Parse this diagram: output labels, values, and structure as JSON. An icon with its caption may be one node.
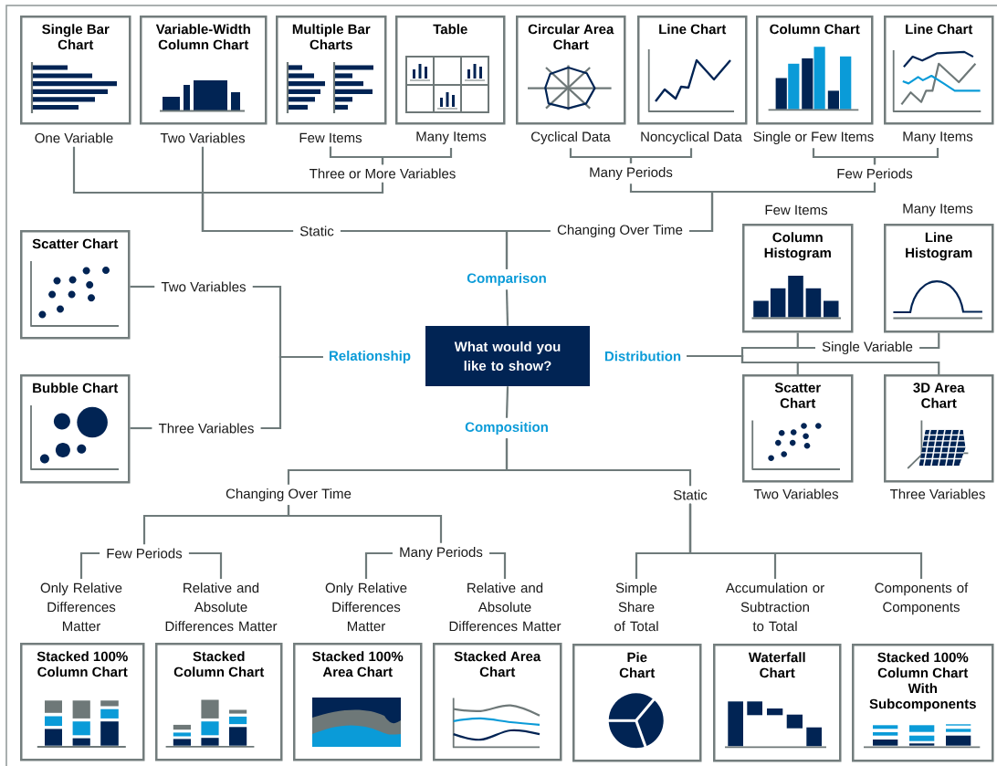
{
  "diagram": {
    "nodes": [
      {
        "text": [
          "What would you like to show?"
        ]
      },
      {
        "text": [
          "Comparison"
        ]
      },
      {
        "text": [
          "Relationship"
        ]
      },
      {
        "text": [
          "Distribution"
        ]
      },
      {
        "text": [
          "Composition"
        ]
      },
      {
        "text": [
          "Single Bar Chart"
        ]
      },
      {
        "text": [
          "Variable-Width Column Chart"
        ]
      },
      {
        "text": [
          "Multiple Bar Charts"
        ]
      },
      {
        "text": [
          "Table"
        ]
      },
      {
        "text": [
          "Circular Area Chart"
        ]
      },
      {
        "text": [
          "Line Chart"
        ]
      },
      {
        "text": [
          "Column Chart"
        ]
      },
      {
        "text": [
          "Line Chart"
        ]
      },
      {
        "text": [
          "One Variable"
        ]
      },
      {
        "text": [
          "Two Variables"
        ]
      },
      {
        "text": [
          "Few Items"
        ]
      },
      {
        "text": [
          "Many Items"
        ]
      },
      {
        "text": [
          "Cyclical Data"
        ]
      },
      {
        "text": [
          "Noncyclical Data"
        ]
      },
      {
        "text": [
          "Single or Few Items"
        ]
      },
      {
        "text": [
          "Many Items"
        ]
      },
      {
        "text": [
          "Three or More Variables"
        ]
      },
      {
        "text": [
          "Many Periods"
        ]
      },
      {
        "text": [
          "Few Periods"
        ]
      },
      {
        "text": [
          "Static"
        ]
      },
      {
        "text": [
          "Changing Over Time"
        ]
      },
      {
        "text": [
          "Scatter Chart"
        ]
      },
      {
        "text": [
          "Two Variables"
        ]
      },
      {
        "text": [
          "Bubble Chart"
        ]
      },
      {
        "text": [
          "Three Variables"
        ]
      },
      {
        "text": [
          "Column Histogram"
        ],
        "beside": [
          "Few Items"
        ]
      },
      {
        "text": [
          "Line Histogram"
        ],
        "beside": [
          "Many Items"
        ]
      },
      {
        "text": [
          "Single Variable"
        ]
      },
      {
        "text": [
          "Scatter Chart"
        ],
        "beside": [
          "Two Variables"
        ]
      },
      {
        "text": [
          "3D Area Chart"
        ],
        "beside": [
          "Three Variables"
        ]
      },
      {
        "text": [
          "Changing Over Time"
        ]
      },
      {
        "text": [
          "Static"
        ]
      },
      {
        "text": [
          "Few Periods"
        ]
      },
      {
        "text": [
          "Many Periods"
        ]
      },
      {
        "text": [
          "Only Relative Differences Matter"
        ]
      },
      {
        "text": [
          "Relative and Absolute Differences Matter"
        ]
      },
      {
        "text": [
          "Only Relative Differences Matter"
        ]
      },
      {
        "text": [
          "Relative and Absolute Differences Matter"
        ]
      },
      {
        "text": [
          "Simple Share of Total"
        ]
      },
      {
        "text": [
          "Accumulation or Subtraction to Total"
        ]
      },
      {
        "text": [
          "Components of Components"
        ]
      },
      {
        "text": [
          "Stacked 100% Column Chart"
        ]
      },
      {
        "text": [
          "Stacked Column Chart"
        ]
      },
      {
        "text": [
          "Stacked 100% Area Chart"
        ]
      },
      {
        "text": [
          "Stacked Area Chart"
        ]
      },
      {
        "text": [
          "Pie Chart"
        ]
      },
      {
        "text": [
          "Waterfall Chart"
        ]
      },
      {
        "text": [
          "Stacked 100% Column Chart With Subcomponents"
        ]
      }
    ],
    "edges": [
      {
        "from": 0,
        "to": 1,
        "arrow": "none"
      },
      {
        "from": 0,
        "to": 4,
        "arrow": "none"
      },
      {
        "from": 1,
        "to": 24,
        "arrow": "none"
      },
      {
        "from": 1,
        "to": 25,
        "arrow": "none"
      },
      {
        "from": 24,
        "to": 13,
        "arrow": "none"
      },
      {
        "from": 24,
        "to": 14,
        "arrow": "none"
      },
      {
        "from": 24,
        "to": 21,
        "arrow": "none"
      },
      {
        "from": 21,
        "to": 15,
        "arrow": "none"
      },
      {
        "from": 21,
        "to": 16,
        "arrow": "none"
      },
      {
        "from": 25,
        "to": 22,
        "arrow": "none"
      },
      {
        "from": 25,
        "to": 23,
        "arrow": "none"
      },
      {
        "from": 22,
        "to": 17,
        "arrow": "none"
      },
      {
        "from": 22,
        "to": 18,
        "arrow": "none"
      },
      {
        "from": 23,
        "to": 19,
        "arrow": "none"
      },
      {
        "from": 23,
        "to": 20,
        "arrow": "none"
      },
      {
        "from": 2,
        "to": 27,
        "arrow": "none"
      },
      {
        "from": 2,
        "to": 29,
        "arrow": "none"
      },
      {
        "from": 27,
        "to": 26,
        "arrow": "none"
      },
      {
        "from": 29,
        "to": 28,
        "arrow": "none"
      },
      {
        "from": 3,
        "to": 32,
        "arrow": "none"
      },
      {
        "from": 32,
        "to": 30,
        "arrow": "none"
      },
      {
        "from": 32,
        "to": 31,
        "arrow": "none"
      },
      {
        "from": 3,
        "to": 33,
        "arrow": "none"
      },
      {
        "from": 3,
        "to": 34,
        "arrow": "none"
      },
      {
        "from": 4,
        "to": 35,
        "arrow": "none"
      },
      {
        "from": 4,
        "to": 36,
        "arrow": "none"
      },
      {
        "from": 35,
        "to": 37,
        "arrow": "none"
      },
      {
        "from": 35,
        "to": 38,
        "arrow": "none"
      },
      {
        "from": 37,
        "to": 39,
        "arrow": "none"
      },
      {
        "from": 37,
        "to": 40,
        "arrow": "none"
      },
      {
        "from": 38,
        "to": 41,
        "arrow": "none"
      },
      {
        "from": 38,
        "to": 42,
        "arrow": "none"
      },
      {
        "from": 36,
        "to": 43,
        "arrow": "none"
      },
      {
        "from": 36,
        "to": 44,
        "arrow": "none"
      },
      {
        "from": 36,
        "to": 45,
        "arrow": "none"
      }
    ]
  }
}
